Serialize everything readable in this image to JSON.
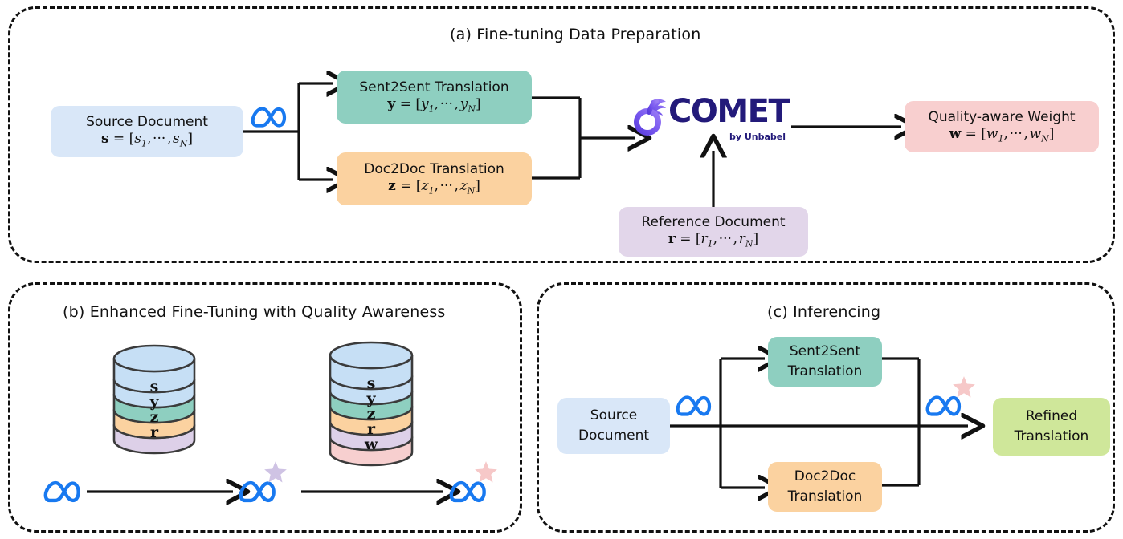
{
  "figure": {
    "panels": [
      {
        "id": "a",
        "title": "(a) Fine-tuning Data Preparation"
      },
      {
        "id": "b",
        "title": "(b)  Enhanced Fine-Tuning with Quality Awareness"
      },
      {
        "id": "c",
        "title": "(c)  Inferencing"
      }
    ]
  },
  "panel_a": {
    "source": {
      "label": "Source Document",
      "formula_var": "s",
      "formula_rest": " = [",
      "formula_s1": "s",
      "formula_sub1": "1",
      "formula_dots": ", ··· , ",
      "formula_sN": "s",
      "formula_subN": "N",
      "formula_close": "]",
      "color": "#d9e7f8"
    },
    "sent2sent": {
      "label": "Sent2Sent Translation",
      "formula_var": "y",
      "var_elem": "y",
      "color": "#8ecfc0"
    },
    "doc2doc": {
      "label": "Doc2Doc Translation",
      "formula_var": "z",
      "var_elem": "z",
      "color": "#fbd2a0"
    },
    "reference": {
      "label": "Reference Document",
      "formula_var": "r",
      "var_elem": "r",
      "color": "#e2d6ea"
    },
    "weight": {
      "label": "Quality-aware Weight",
      "formula_var": "w",
      "var_elem": "w",
      "color": "#f8cfcf"
    },
    "comet": {
      "wordmark": "COMET",
      "byline": "by Unbabel",
      "brand_color": "#231a7a",
      "icon_color": "#6b4de6"
    },
    "meta_logo_color": "#1879f0"
  },
  "panel_b": {
    "cylinder_1": {
      "layers": [
        {
          "label": "s",
          "color": "#c6dff5"
        },
        {
          "label": "y",
          "color": "#8ecfc0"
        },
        {
          "label": "z",
          "color": "#fbd2a0"
        },
        {
          "label": "r",
          "color": "#ddd0e8"
        }
      ]
    },
    "cylinder_2": {
      "layers": [
        {
          "label": "s",
          "color": "#c6dff5"
        },
        {
          "label": "y",
          "color": "#8ecfc0"
        },
        {
          "label": "z",
          "color": "#fbd2a0"
        },
        {
          "label": "r",
          "color": "#ddd0e8"
        },
        {
          "label": "w",
          "color": "#f7cfcf"
        }
      ]
    },
    "stages": [
      {
        "name": "base-model",
        "star": null
      },
      {
        "name": "finetuned-model",
        "star": "#cfc3e4"
      },
      {
        "name": "quality-aware-model",
        "star": "#f6c8c8"
      }
    ]
  },
  "panel_c": {
    "source": {
      "line1": "Source",
      "line2": "Document",
      "color": "#d9e7f8"
    },
    "sent2sent": {
      "line1": "Sent2Sent",
      "line2": "Translation",
      "color": "#8ecfc0"
    },
    "doc2doc": {
      "line1": "Doc2Doc",
      "line2": "Translation",
      "color": "#fbd2a0"
    },
    "refined": {
      "line1": "Refined",
      "line2": "Translation",
      "color": "#cfe79a"
    },
    "star_color": "#f6c8c8",
    "meta_logo_color": "#1879f0"
  }
}
